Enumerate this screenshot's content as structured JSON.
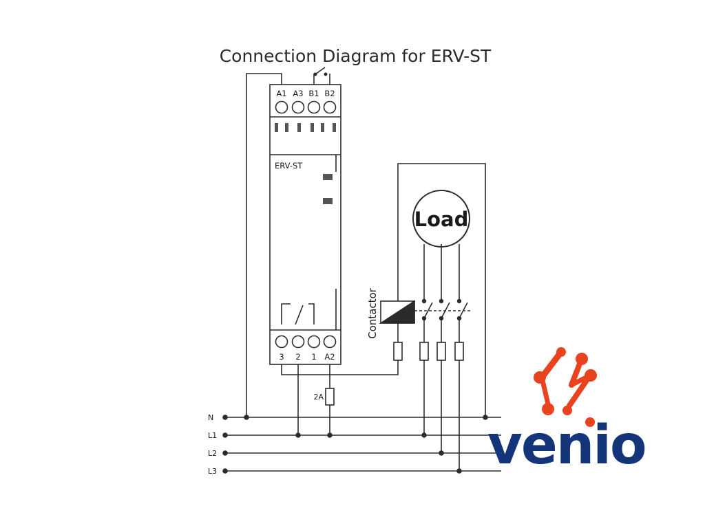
{
  "title": "Connection Diagram for ERV-ST",
  "device": {
    "model_label": "ERV-ST",
    "top_terminals": [
      "A1",
      "A3",
      "B1",
      "B2"
    ],
    "bottom_terminals": [
      "3",
      "2",
      "1",
      "A2"
    ]
  },
  "load_label": "Load",
  "contactor_label": "Contactor",
  "fuse_rating": "2A",
  "supply_lines": [
    "N",
    "L1",
    "L2",
    "L3"
  ],
  "logo": {
    "text": "venio",
    "text_color": "#15357a",
    "mark_color": "#e8421f"
  },
  "colors": {
    "line": "#2b2b2b",
    "indicator": "#555555"
  }
}
